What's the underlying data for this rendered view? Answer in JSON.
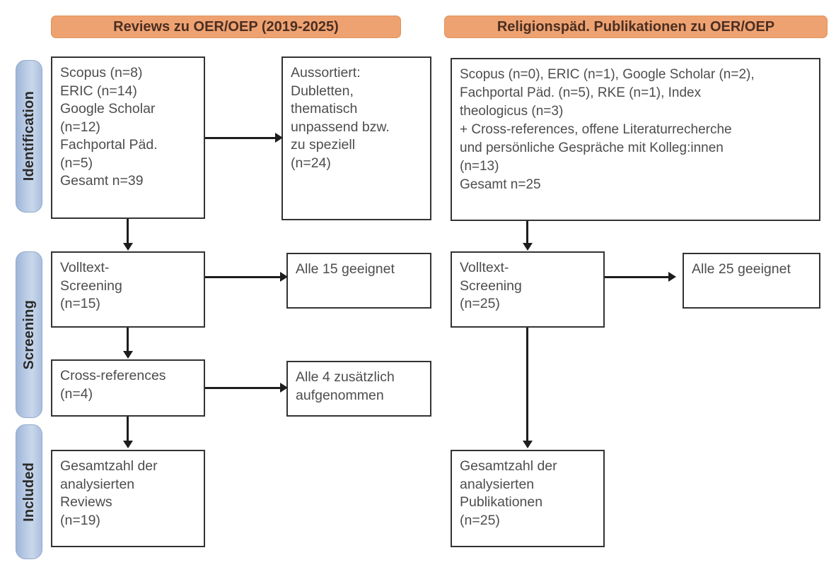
{
  "diagram": {
    "title": "PRISMA-Flussdiagramm",
    "colors": {
      "header_bar": "#efa271",
      "phase_tab": "#b3c6e2",
      "box_border": "#333333",
      "text": "#4d4d4d",
      "connector": "#1d1d1d"
    }
  },
  "phases": [
    {
      "label": "Identification"
    },
    {
      "label": "Screening"
    },
    {
      "label": "Included"
    }
  ],
  "columns": [
    {
      "header": "Reviews zu OER/OEP (2019-2025)",
      "boxes": {
        "identification_sources": [
          "Scopus (n=8)",
          "ERIC (n=14)",
          "Google Scholar",
          "(n=12)",
          "Fachportal Päd.",
          "(n=5)",
          "Gesamt n=39"
        ],
        "excluded": [
          "Aussortiert:",
          "Dubletten,",
          "thematisch",
          "unpassend bzw.",
          "zu speziell",
          "(n=24)"
        ],
        "fulltext_screening": [
          "Volltext-",
          "Screening",
          "(n=15)"
        ],
        "screening_result": [
          "Alle 15 geeignet"
        ],
        "cross_references": [
          "Cross-references",
          "(n=4)"
        ],
        "cross_result": [
          "Alle 4 zusätzlich",
          "aufgenommen"
        ],
        "included_total": [
          "Gesamtzahl der",
          "analysierten",
          "Reviews",
          "(n=19)"
        ]
      }
    },
    {
      "header": "Religionspäd. Publikationen zu OER/OEP",
      "boxes": {
        "identification_sources": [
          "Scopus (n=0), ERIC (n=1), Google Scholar (n=2),",
          "Fachportal Päd. (n=5), RKE (n=1), Index",
          "theologicus (n=3)",
          "+ Cross-references, offene Literaturrecherche",
          "und persönliche Gespräche mit Kolleg:innen",
          "(n=13)",
          "Gesamt n=25"
        ],
        "fulltext_screening": [
          "Volltext-",
          "Screening",
          "(n=25)"
        ],
        "screening_result": [
          "Alle 25 geeignet"
        ],
        "included_total": [
          "Gesamtzahl der",
          "analysierten",
          "Publikationen",
          "(n=25)"
        ]
      }
    }
  ]
}
